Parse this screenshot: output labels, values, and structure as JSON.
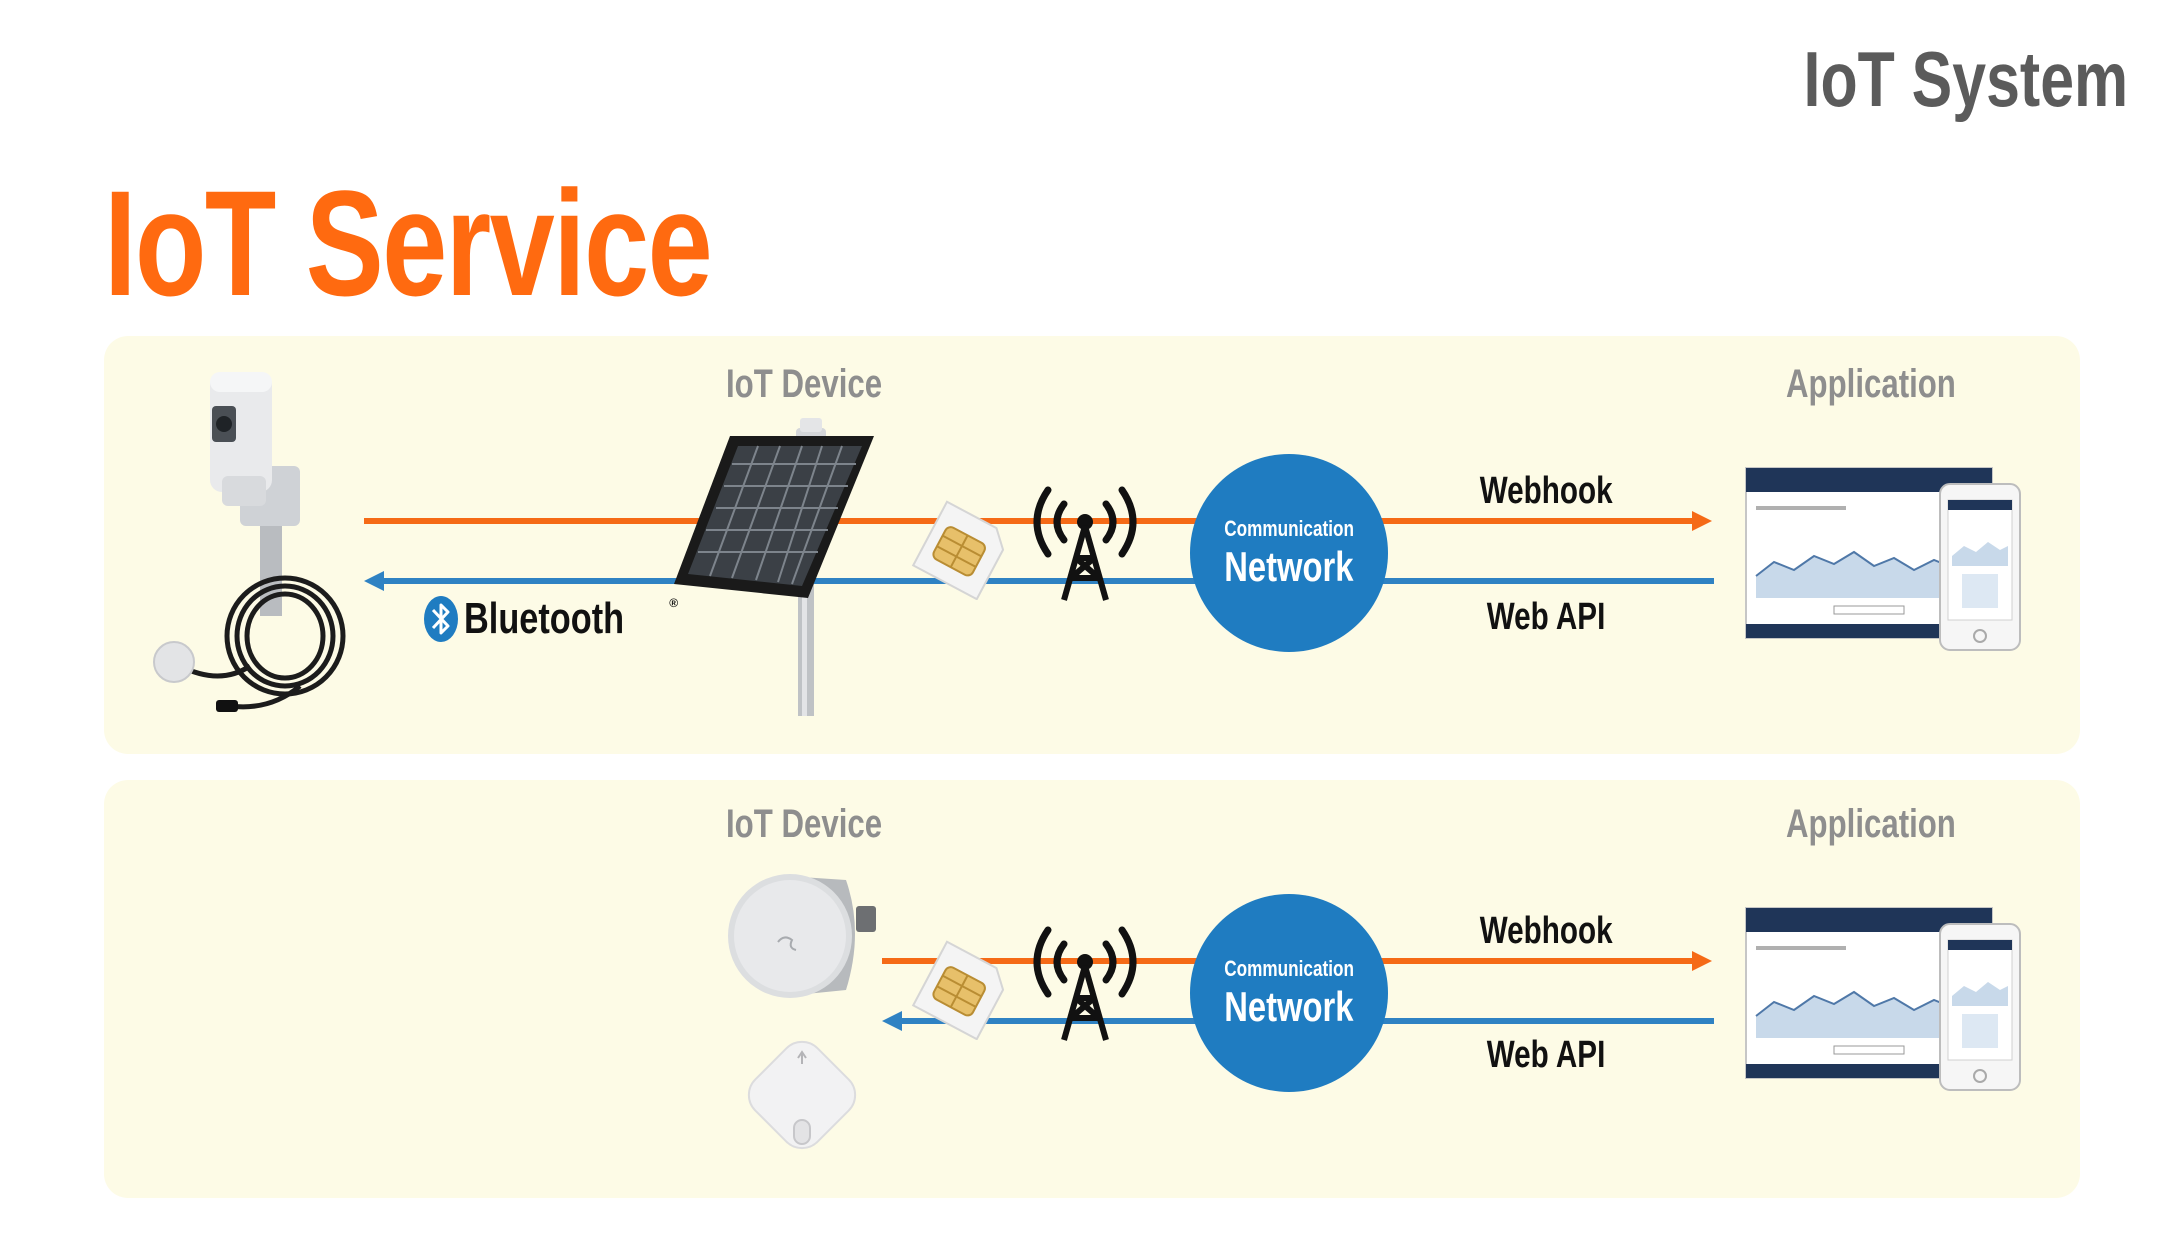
{
  "header": {
    "system_label": "IoT System",
    "title": "IoT Service"
  },
  "rows": [
    {
      "device_label": "IoT Device",
      "application_label": "Application",
      "bluetooth_label": "Bluetooth",
      "network_small": "Communication",
      "network_big": "Network",
      "webhook_label": "Webhook",
      "webapi_label": "Web API"
    },
    {
      "device_label": "IoT Device",
      "application_label": "Application",
      "network_small": "Communication",
      "network_big": "Network",
      "webhook_label": "Webhook",
      "webapi_label": "Web API"
    }
  ],
  "colors": {
    "title": "#ff6a10",
    "uplink": "#f56a16",
    "downlink": "#2f82c3",
    "network": "#1f7cc1",
    "panel": "#fdfbe6"
  },
  "icons": [
    "sensor-unit-icon",
    "solar-panel-icon",
    "sim-card-icon",
    "antenna-tower-icon",
    "bluetooth-icon",
    "dashboard-screens-icon",
    "round-sensor-icon",
    "tag-sensor-icon"
  ]
}
